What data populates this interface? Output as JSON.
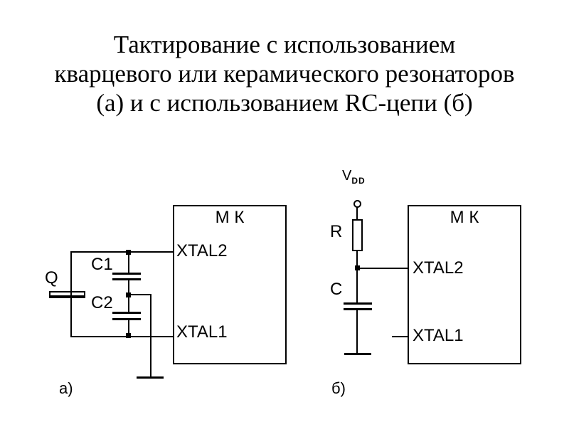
{
  "slide": {
    "title_lines": [
      "Тактирование с использованием",
      "кварцевого или керамического резонаторов",
      "(а) и с использованием RC-цепи (б)"
    ]
  },
  "colors": {
    "ink": "#000000",
    "paper": "#ffffff"
  },
  "circuit_a": {
    "caption": "а)",
    "chip_label": "М К",
    "pin_xtal2": "XTAL2",
    "pin_xtal1": "XTAL1",
    "crystal_label": "Q",
    "cap1_label": "C1",
    "cap2_label": "C2"
  },
  "circuit_b": {
    "caption": "б)",
    "chip_label": "М К",
    "pin_xtal2": "XTAL2",
    "pin_xtal1": "XTAL1",
    "vdd_label": "V",
    "vdd_sub": "DD",
    "resistor_label": "R",
    "cap_label": "C"
  }
}
